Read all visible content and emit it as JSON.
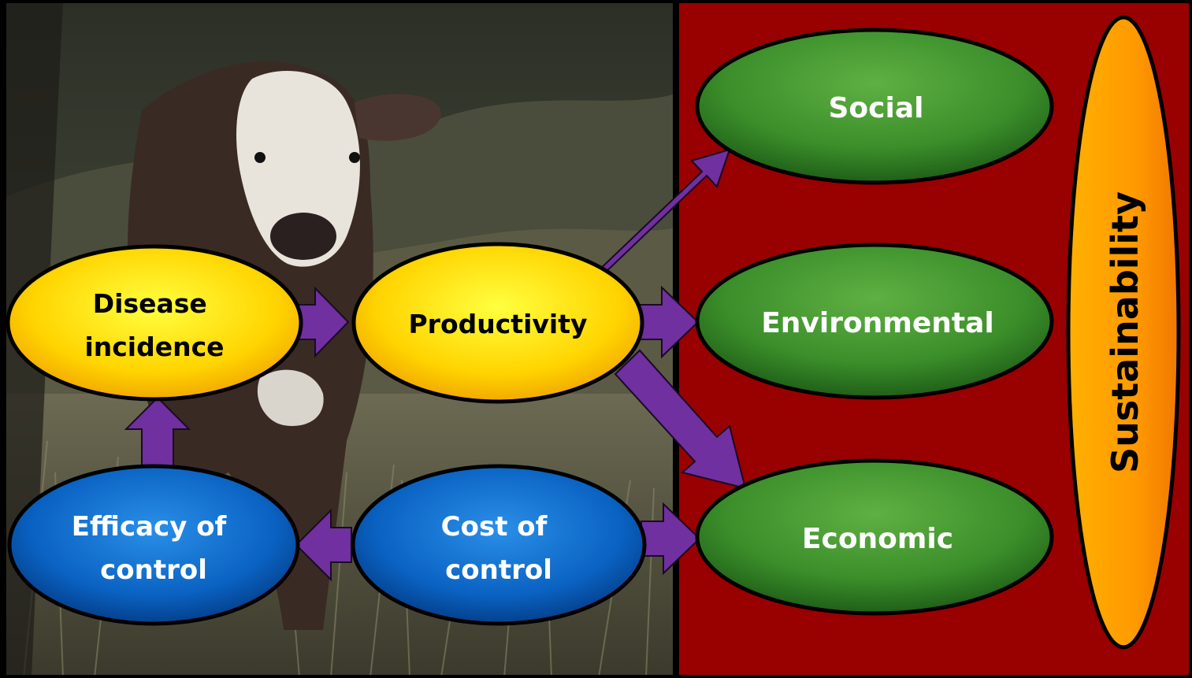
{
  "colors": {
    "background": "#000000",
    "right_panel": "#990000",
    "arrow": "#7030a0",
    "yellow_node": "#ffcc00",
    "blue_node": "#0066cc",
    "green_node": "#339933",
    "orange_node": "#ff9900"
  },
  "photo": {
    "subject": "calf-in-grass-photo"
  },
  "nodes": {
    "disease_incidence": {
      "line1": "Disease",
      "line2": "incidence"
    },
    "productivity": {
      "label": "Productivity"
    },
    "efficacy_of_control": {
      "line1": "Efficacy of",
      "line2": "control"
    },
    "cost_of_control": {
      "line1": "Cost of",
      "line2": "control"
    },
    "social": {
      "label": "Social"
    },
    "environmental": {
      "label": "Environmental"
    },
    "economic": {
      "label": "Economic"
    },
    "sustainability": {
      "label": "Sustainability"
    }
  },
  "edges": [
    {
      "from": "disease_incidence",
      "to": "productivity"
    },
    {
      "from": "efficacy_of_control",
      "to": "disease_incidence"
    },
    {
      "from": "cost_of_control",
      "to": "efficacy_of_control"
    },
    {
      "from": "cost_of_control",
      "to": "economic"
    },
    {
      "from": "productivity",
      "to": "social"
    },
    {
      "from": "productivity",
      "to": "environmental"
    },
    {
      "from": "productivity",
      "to": "economic"
    }
  ]
}
